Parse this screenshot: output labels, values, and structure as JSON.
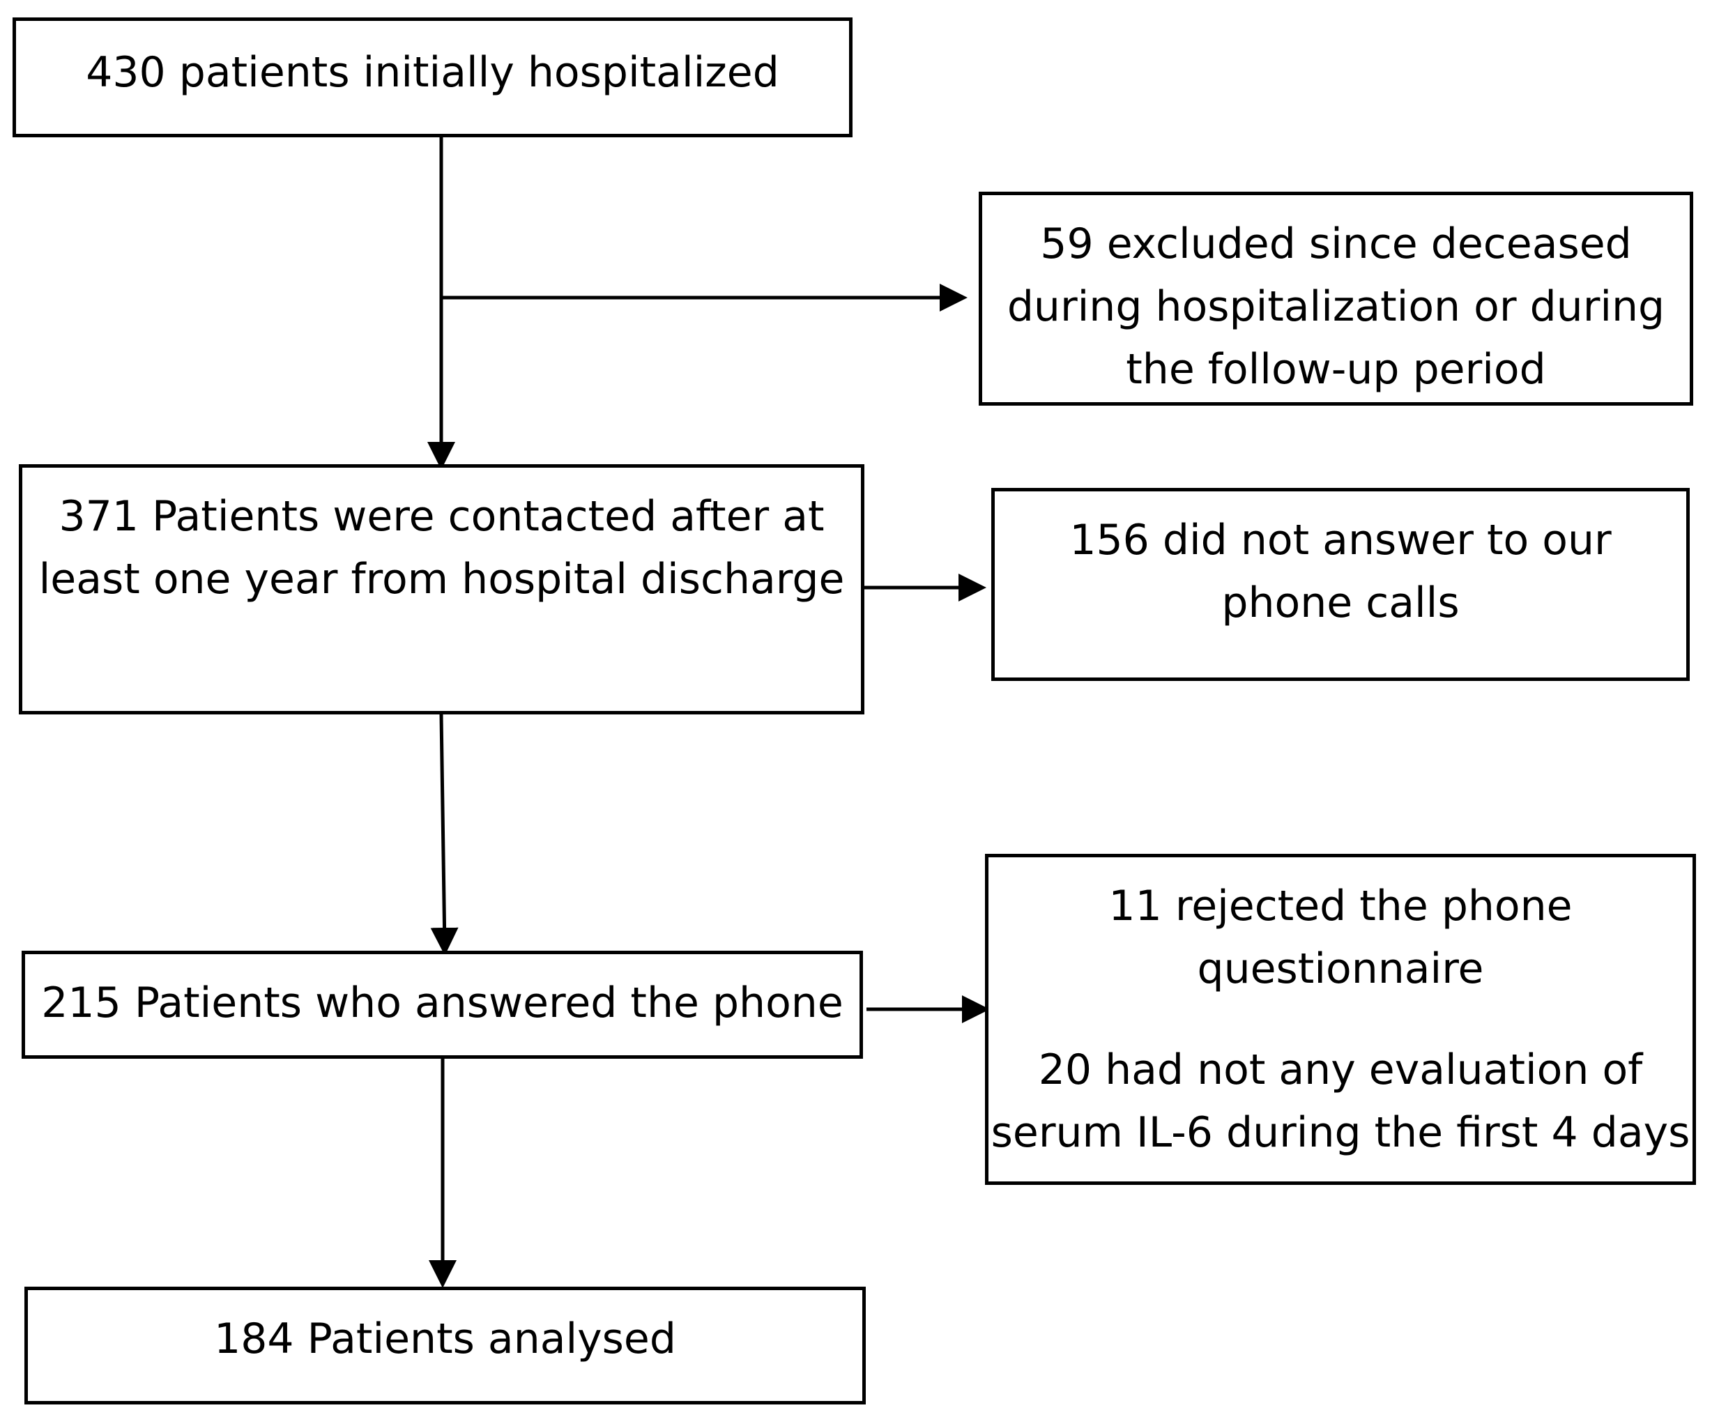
{
  "boxes": {
    "initial": {
      "lines": [
        "430 patients initially hospitalized"
      ]
    },
    "excluded": {
      "lines": [
        "59 excluded since deceased",
        "during hospitalization or during",
        "the follow-up period"
      ]
    },
    "contacted": {
      "lines": [
        "371 Patients were contacted after at",
        "least one year from hospital discharge"
      ]
    },
    "no_answer": {
      "lines": [
        "156 did not answer to our",
        "phone calls"
      ]
    },
    "answered": {
      "lines": [
        "215 Patients who answered the phone"
      ]
    },
    "rejected": {
      "lines": [
        "11 rejected the phone",
        "questionnaire",
        "20 had not any evaluation of",
        "serum IL-6 during the first 4 days"
      ]
    },
    "analysed": {
      "lines": [
        "184 Patients analysed"
      ]
    }
  }
}
